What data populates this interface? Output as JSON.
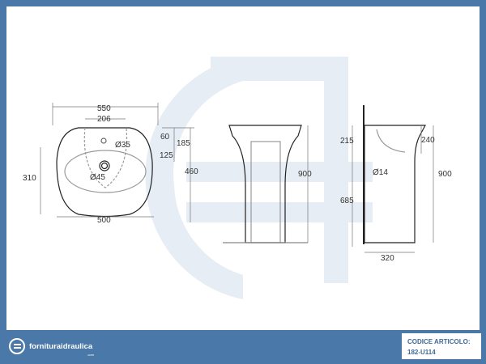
{
  "logo": {
    "name": "fornituraidraulica",
    "suffix": ".com"
  },
  "article": {
    "label": "CODICE ARTICOLO:",
    "code": "182-U114"
  },
  "dimensions": {
    "top_view": {
      "width": "550",
      "hole_spacing": "206",
      "tap_hole": "Ø35",
      "waste": "Ø45",
      "depth": "310",
      "inner_width": "500",
      "d60": "60",
      "d125": "125",
      "d185": "185",
      "d460": "460"
    },
    "front_view": {
      "height": "900"
    },
    "side_view": {
      "d215": "215",
      "d685": "685",
      "d240": "240",
      "height": "900",
      "waste": "Ø14",
      "base": "320"
    }
  },
  "colors": {
    "brand": "#4a78a8",
    "watermark": "#e3ebf4"
  }
}
